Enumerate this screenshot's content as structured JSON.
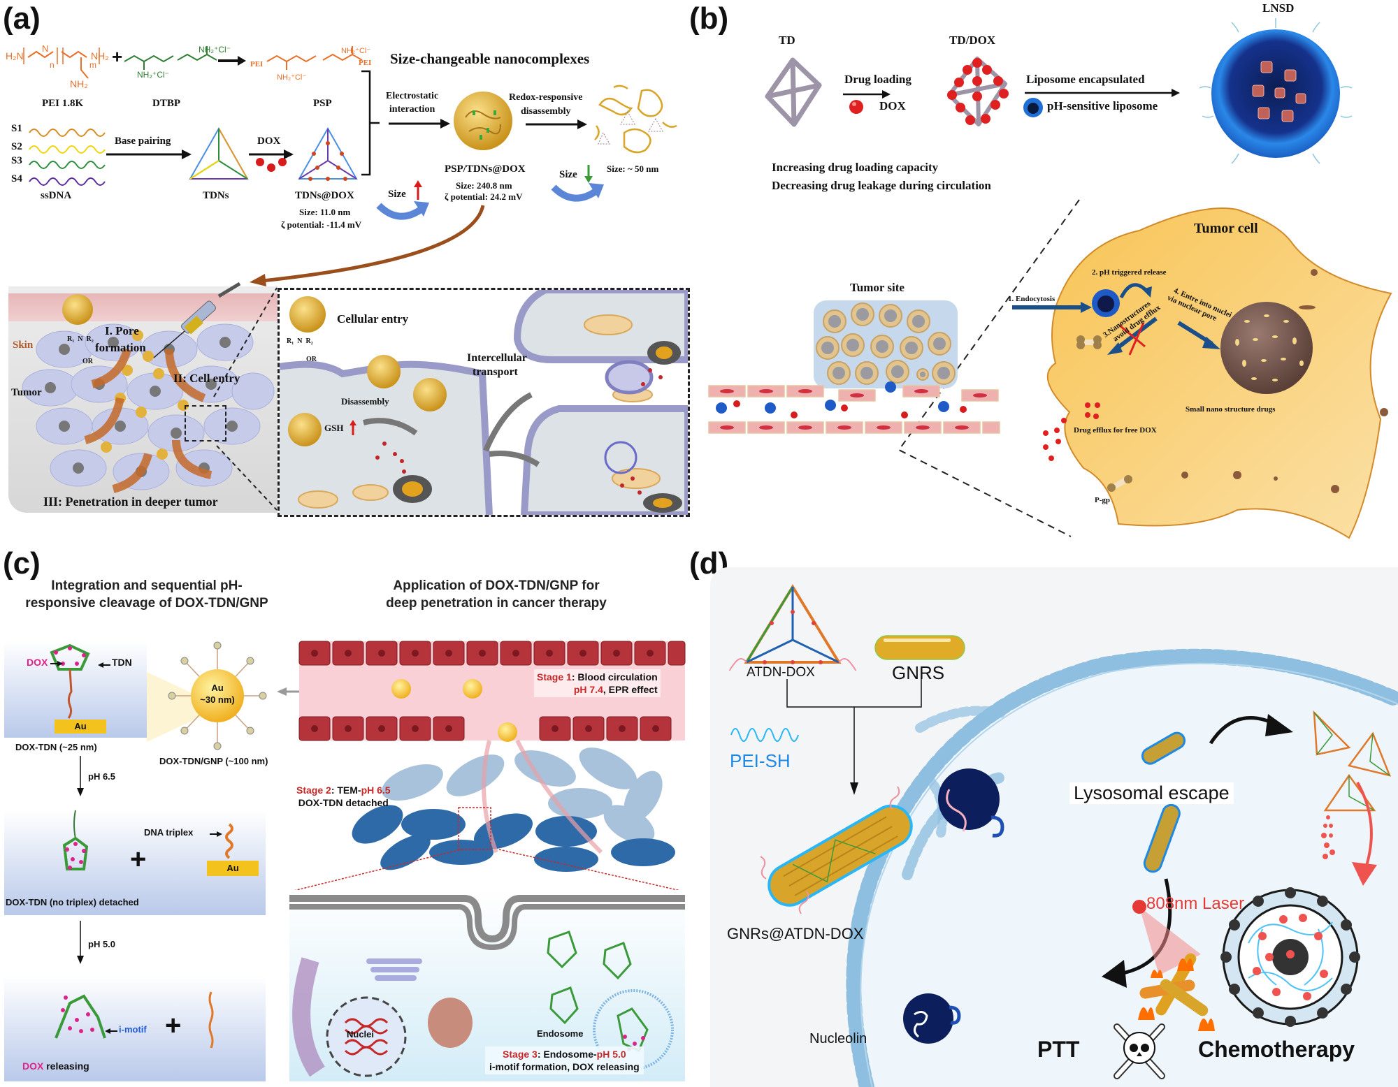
{
  "panels": {
    "a": {
      "label": "(a)",
      "chemistry": {
        "pei_formula_h2n": "H₂N",
        "pei_formula_nh2": "NH₂",
        "pei_n": "n",
        "pei_m": "m",
        "plus": "+",
        "dtbp_group": "NH₂⁺Cl⁻",
        "psp_pei": "PEI",
        "pei_name": "PEI 1.8K",
        "dtbp_name": "DTBP",
        "psp_name": "PSP"
      },
      "strands": [
        "S1",
        "S2",
        "S3",
        "S4"
      ],
      "ssdna_label": "ssDNA",
      "base_pairing_label": "Base pairing",
      "tdns_label": "TDNs",
      "dox_label": "DOX",
      "tdns_dox_label": "TDNs@DOX",
      "tdns_dox_size": "Size: 11.0 nm",
      "tdns_dox_zeta": "ζ potential: -11.4 mV",
      "title": "Size-changeable nanocomplexes",
      "electrostatic_label_1": "Electrostatic",
      "electrostatic_label_2": "interaction",
      "redox_label_1": "Redox-responsive",
      "redox_label_2": "disassembly",
      "psp_tdns_dox_label": "PSP/TDNs@DOX",
      "psp_size": "Size: 240.8 nm",
      "psp_zeta": "ζ potential: 24.2 mV",
      "size_up_label": "Size",
      "size_down_label": "Size",
      "final_size": "Size: ~ 50 nm",
      "skin_label": "Skin",
      "tumor_label": "Tumor",
      "pore_formation_1": "I. Pore",
      "pore_formation_2": "formation",
      "cell_entry_label": "II: Cell entry",
      "penetration_label": "III: Penetration in deeper tumor",
      "cellular_entry_label": "Cellular entry",
      "disassembly_label": "Disassembly",
      "gsh_label": "GSH",
      "intercellular_1": "Intercellular",
      "intercellular_2": "transport",
      "r1": "R₁",
      "r2": "R₂",
      "or": "OR"
    },
    "b": {
      "label": "(b)",
      "td_label": "TD",
      "td_dox_label": "TD/DOX",
      "lnsd_label": "LNSD",
      "drug_loading_label": "Drug loading",
      "dox_label": "DOX",
      "liposome_encapsulated_label": "Liposome encapsulated",
      "ph_liposome_label": "pH-sensitive liposome",
      "benefit_1": "Increasing drug loading capacity",
      "benefit_2": "Decreasing drug leakage during circulation",
      "tumor_site_label": "Tumor site",
      "tumor_cell_label": "Tumor cell",
      "step_1": "1. Endocytosis",
      "step_2": "2. pH triggered release",
      "step_3_1": "3.Nanostructures",
      "step_3_2": "avoid drug efflux",
      "step_4_1": "4. Entre into nuclei",
      "step_4_2": "via nuclear pore",
      "small_nano_label": "Small nano structure drugs",
      "drug_efflux_label": "Drug efflux for free DOX",
      "pgp_label": "P-gp"
    },
    "c": {
      "label": "(c)",
      "left_title_1": "Integration and sequential pH-",
      "left_title_2": "responsive cleavage of DOX-TDN/GNP",
      "right_title_1": "Application of DOX-TDN/GNP for",
      "right_title_2": "deep penetration in cancer therapy",
      "dox_label": "DOX",
      "tdn_label": "TDN",
      "au_label": "Au",
      "au_particle_1": "Au",
      "au_particle_2": "~30 nm)",
      "dox_tdn_size": "DOX-TDN (~25 nm)",
      "gnp_size": "DOX-TDN/GNP (~100 nm)",
      "ph_65": "pH 6.5",
      "ph_50": "pH 5.0",
      "dna_triplex_label": "DNA triplex",
      "detached_label": "DOX-TDN (no triplex) detached",
      "imotif_label": "i-motif",
      "dox_releasing_dox": "DOX",
      "dox_releasing_rest": " releasing",
      "stage1_a": "Stage 1",
      "stage1_b": ": Blood circulation",
      "stage1_c": "pH 7.4",
      "stage1_d": ", EPR effect",
      "stage2_a": "Stage 2",
      "stage2_b": ": TEM-",
      "stage2_c": "pH 6.5",
      "stage2_d": "DOX-TDN detached",
      "stage3_a": "Stage 3",
      "stage3_b": ": Endosome-",
      "stage3_c": "pH  5.0",
      "stage3_d": "i-motif formation, DOX releasing",
      "nuclei_label": "Nuclei",
      "endosome_label": "Endosome"
    },
    "d": {
      "label": "(d)",
      "atdn_dox_label": "ATDN-DOX",
      "gnrs_label": "GNRS",
      "pei_sh_label": "PEI-SH",
      "gnrs_atdn_label": "GNRs@ATDN-DOX",
      "nucleolin_label": "Nucleolin",
      "lysosomal_escape_label": "Lysosomal escape",
      "laser_label": "808nm Laser",
      "ptt_label": "PTT",
      "chemo_label": "Chemotherapy"
    }
  },
  "colors": {
    "pei_orange": "#e8702a",
    "dtbp_green": "#2e7d32",
    "stage_red": "#c62828",
    "dox_pink": "#e0218a",
    "pei_sh_blue": "#1e88e5",
    "membrane_blue": "#8fbfe0",
    "tumor_cell_yellow": "#f7c661",
    "liposome_blue": "#1e4fb3",
    "gold": "#e0b43a"
  }
}
